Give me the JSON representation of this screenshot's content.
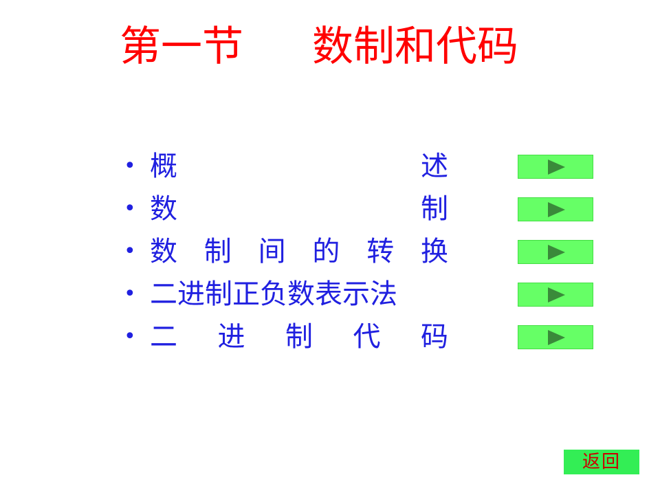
{
  "title": {
    "part1": "第一节",
    "part2": "数制和代码"
  },
  "menu": {
    "items": [
      {
        "chars": [
          "概",
          "述"
        ],
        "icon": "play-triangle-icon"
      },
      {
        "chars": [
          "数",
          "制"
        ],
        "icon": "play-triangle-icon"
      },
      {
        "chars": [
          "数",
          "制",
          "间",
          "的",
          "转",
          "换"
        ],
        "icon": "play-triangle-icon"
      },
      {
        "chars": [
          "二进制正负数表示法"
        ],
        "icon": "play-triangle-icon"
      },
      {
        "chars": [
          "二",
          "进",
          "制",
          "代",
          "码"
        ],
        "icon": "play-triangle-icon"
      }
    ],
    "bullet": "•"
  },
  "back": {
    "label": "返回"
  },
  "colors": {
    "title": "#ff0000",
    "menu_text": "#2020e0",
    "button_bg": "#66ff66",
    "arrow": "#3a8a3a",
    "back_bg": "#33ee55",
    "back_text": "#cc0000"
  }
}
